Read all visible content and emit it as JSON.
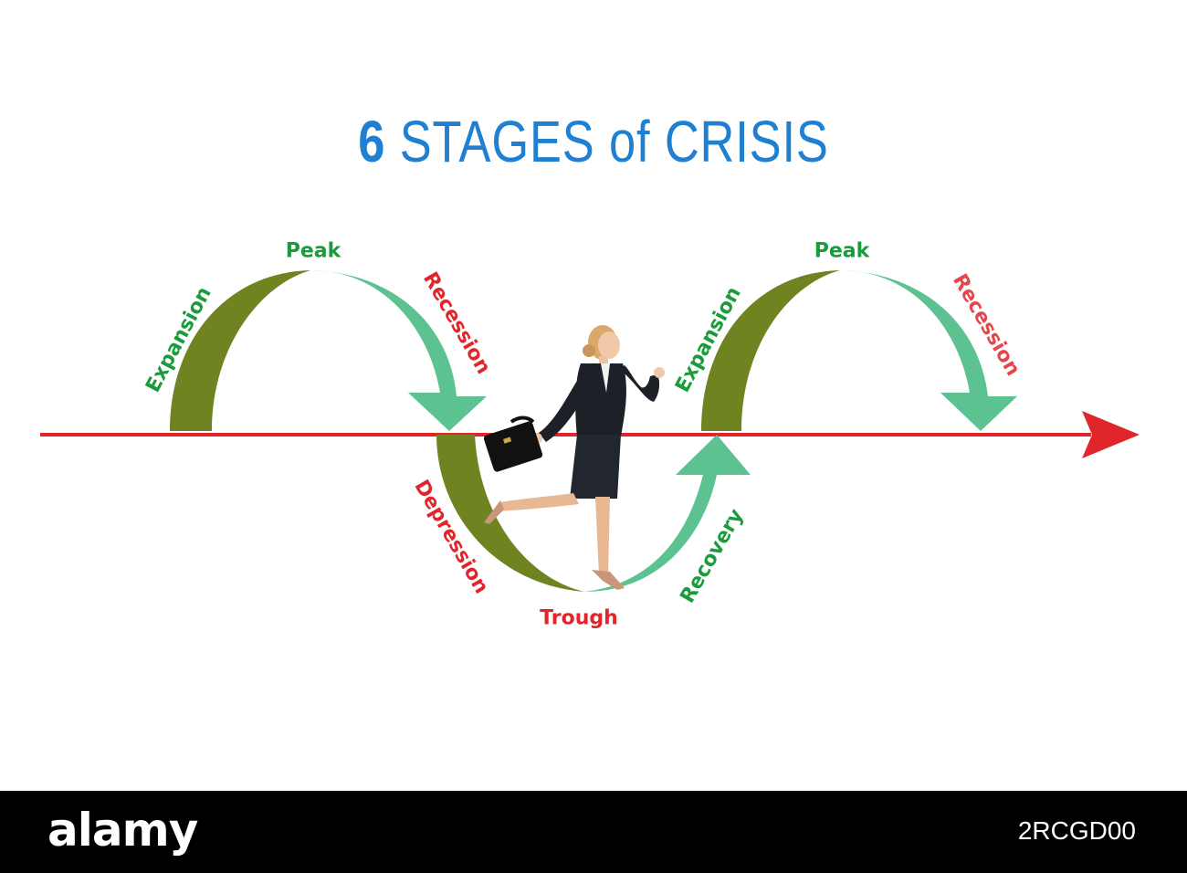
{
  "title": {
    "number": "6",
    "text": "STAGES of CRISIS"
  },
  "colors": {
    "axis": "#e0262a",
    "olive": "#6f8421",
    "mint": "#5cc292",
    "label_green": "#1a9c3c",
    "label_red": "#e0262a",
    "title_blue": "#1f7fd0"
  },
  "stages": {
    "peak_1": "Peak",
    "expansion_1": "Expansion",
    "recession_1": "Recession",
    "depression": "Depression",
    "trough": "Trough",
    "recovery": "Recovery",
    "expansion_2": "Expansion",
    "peak_2": "Peak",
    "recession_2": "Recession"
  },
  "illustration": {
    "figure": "businesswoman-running-with-briefcase"
  },
  "footer": {
    "brand": "alamy",
    "image_id": "2RCGD00"
  }
}
